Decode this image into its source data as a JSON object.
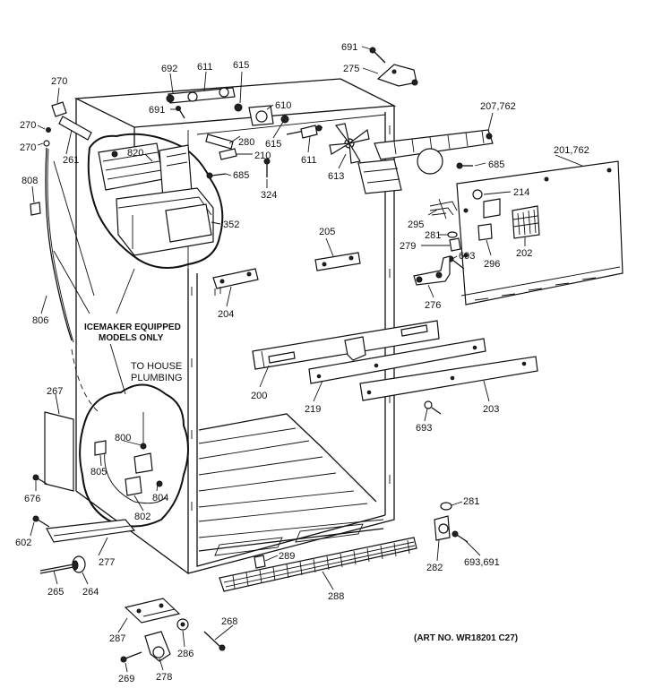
{
  "diagram": {
    "callouts": {
      "c691a": "691",
      "c275": "275",
      "c692": "692",
      "c611a": "611",
      "c615a": "615",
      "c270a": "270",
      "c270b": "270",
      "c270c": "270",
      "c691b": "691",
      "c610": "610",
      "c615b": "615",
      "c280": "280",
      "c210": "210",
      "c611b": "611",
      "c613": "613",
      "c207": "207,762",
      "c685a": "685",
      "c201": "201,762",
      "c820": "820",
      "c261": "261",
      "c685b": "685",
      "c324": "324",
      "c808": "808",
      "c214": "214",
      "c352": "352",
      "c295": "295",
      "c281a": "281",
      "c205": "205",
      "c279": "279",
      "c693a": "693",
      "c296": "296",
      "c202": "202",
      "c204": "204",
      "c276": "276",
      "c806": "806",
      "c200": "200",
      "c219": "219",
      "c203": "203",
      "c267": "267",
      "c693b": "693",
      "c800": "800",
      "c805": "805",
      "c804": "804",
      "c676": "676",
      "c802": "802",
      "c281b": "281",
      "c602": "602",
      "c277": "277",
      "c282": "282",
      "c693691": "693,691",
      "c289": "289",
      "c265": "265",
      "c264": "264",
      "c288": "288",
      "c268": "268",
      "c287": "287",
      "c286": "286",
      "c269": "269",
      "c278": "278"
    },
    "notes": {
      "icemaker_line1": "ICEMAKER EQUIPPED",
      "icemaker_line2": "MODELS ONLY",
      "plumbing_line1": "TO HOUSE",
      "plumbing_line2": "PLUMBING",
      "art_no": "(ART NO. WR18201 C27)"
    }
  }
}
